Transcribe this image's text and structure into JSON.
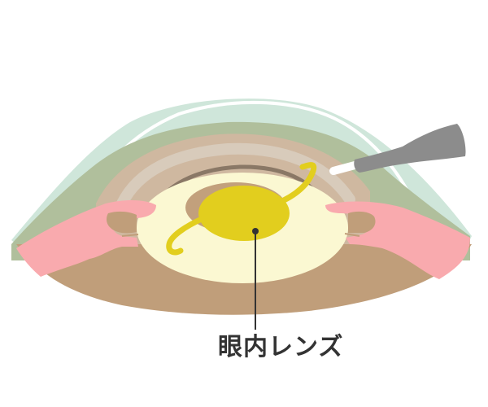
{
  "diagram": {
    "subject": "Cross-section of eye with intraocular lens",
    "labels": [
      {
        "id": "iol",
        "text": "眼内レンズ",
        "points_to": "intraocular lens center"
      }
    ]
  },
  "colors": {
    "background": "#ffffff",
    "cornea_outer": "#cfe6da",
    "cornea_highlight": "#ffffff",
    "anterior_chamber": "#b0bf9c",
    "sclera_band": "#cfb8a0",
    "sclera_light_band": "#d8cbbb",
    "iris_ring": "#8a7866",
    "capsule": "#fbf8d2",
    "pupil_shadow": "#c2a07c",
    "lens": "#e2ce1e",
    "ciliary_tissue": "#f9aaae",
    "vitreous_base": "#c09e7a",
    "probe_handle": "#8c8c8c",
    "probe_tip": "#ffffff",
    "leader_line": "#333333",
    "label_text": "#333333"
  }
}
